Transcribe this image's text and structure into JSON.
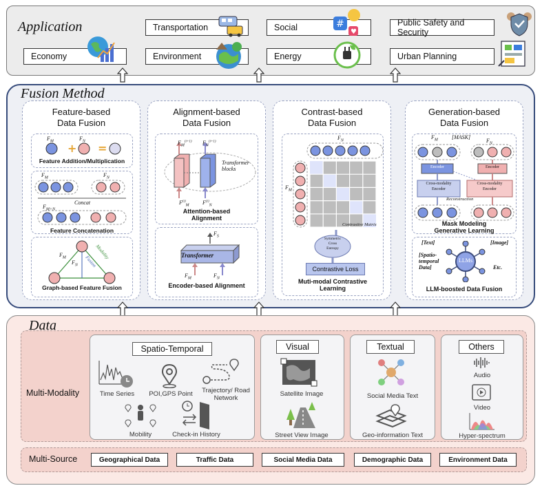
{
  "application": {
    "title": "Application",
    "items": [
      "Transportation",
      "Social",
      "Public Safety and Security",
      "Economy",
      "Environment",
      "Energy",
      "Urban Planning"
    ]
  },
  "fusion": {
    "title": "Fusion Method",
    "feature": {
      "title": "Feature-based\nData Fusion",
      "add_caption": "Feature Addition/Multiplication",
      "concat_label": "Concat",
      "concat_caption": "Feature Concatenation",
      "graph_caption": "Graph-based Feature Fusion",
      "fm": "F",
      "fn": "F",
      "fmn": "F",
      "modality_text": "Modality",
      "fusion_text": "Fusion"
    },
    "alignment": {
      "title": "Alignment-based\nData Fusion",
      "transformer_blocks": "Transformer blocks",
      "attention_caption": "Attention-based\nAlignment",
      "transformer": "Transformer",
      "encoder_caption": "Encoder-based Alignment",
      "fs": "F"
    },
    "contrast": {
      "title": "Contrast-based\nData Fusion",
      "matrix_label": "Contrastive Matrix",
      "entropy": "Symmetric\nCross\nEntropy",
      "loss": "Contrastive Loss",
      "caption": "Muti-modal Contrastive\nLearning"
    },
    "generation": {
      "title": "Generation-based\nData Fusion",
      "mask": "[MASK]",
      "encoder": "Encoder",
      "cross_encoder": "Cross-modality\nEncoder",
      "reconstruction": "Reconstruction",
      "mask_caption": "Mask Modeling\nGenerative Learning",
      "text_tag": "[Text]",
      "image_tag": "[Image]",
      "st_tag": "[Spatio-\ntemporal\nData]",
      "etc": "Etc.",
      "llm": "LLMs",
      "llm_caption": "LLM-boosted Data Fusion"
    }
  },
  "data": {
    "title": "Data",
    "multi_modality": "Multi-Modality",
    "multi_source": "Multi-Source",
    "spatio_temporal": {
      "title": "Spatio-Temporal",
      "items": [
        "Time Series",
        "POI,GPS Point",
        "Trajectory/ Road\nNetwork",
        "Mobility",
        "Check-in History"
      ]
    },
    "visual": {
      "title": "Visual",
      "items": [
        "Satellite Image",
        "Street View Image"
      ]
    },
    "textual": {
      "title": "Textual",
      "items": [
        "Social Media Text",
        "Geo-information Text"
      ]
    },
    "others": {
      "title": "Others",
      "items": [
        "Audio",
        "Video",
        "Hyper-spectrum"
      ]
    },
    "sources": [
      "Geographical Data",
      "Traffic Data",
      "Social Media Data",
      "Demographic Data",
      "Environment Data"
    ]
  },
  "colors": {
    "fusion_border": "#354a7a",
    "node_blue": "#7b94e0",
    "node_pink": "#f0b0b0",
    "data_bg": "#fbe9e5"
  }
}
